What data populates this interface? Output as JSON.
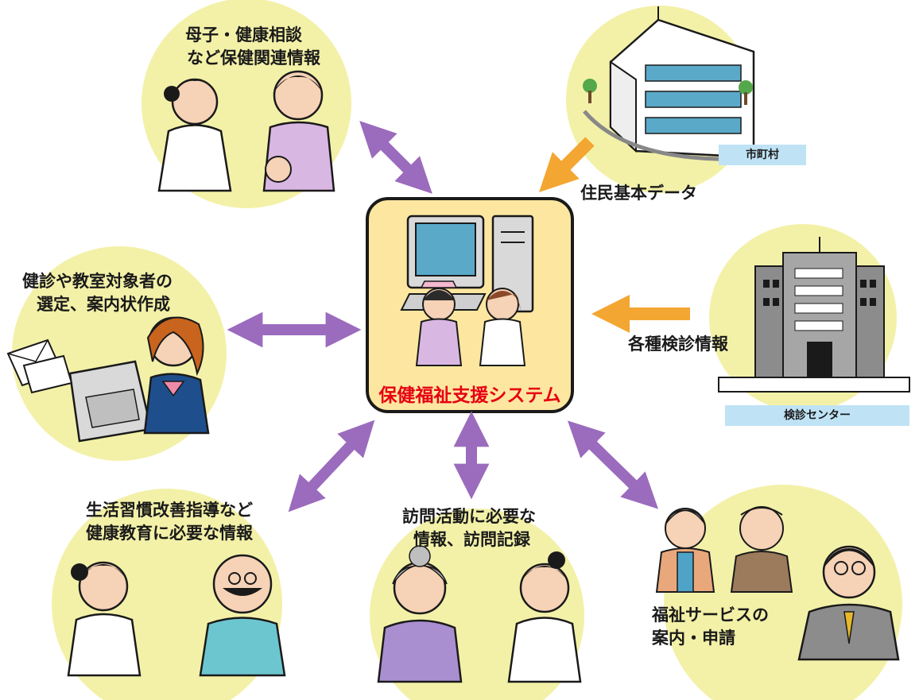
{
  "center": {
    "title": "保健福祉支援システム"
  },
  "nodes": {
    "maternal": {
      "line1": "母子・健康相談",
      "line2": "など保健関連情報"
    },
    "municipality": {
      "tag": "市町村",
      "data_label": "住民基本データ"
    },
    "checkup_target": {
      "line1": "健診や教室対象者の",
      "line2": "選定、案内状作成"
    },
    "checkup_center": {
      "tag": "検診センター",
      "data_label": "各種検診情報"
    },
    "lifestyle": {
      "line1": "生活習慣改善指導など",
      "line2": "健康教育に必要な情報"
    },
    "visit": {
      "line1": "訪問活動に必要な",
      "line2": "情報、訪問記録"
    },
    "welfare": {
      "line1": "福祉サービスの",
      "line2": "案内・申請"
    }
  },
  "colors": {
    "circle": "#f3f1a8",
    "center_fill": "#fde7a0",
    "center_border": "#1a1a1a",
    "bidirectional_arrow": "#9b6bbd",
    "inbound_arrow": "#f4a632",
    "title_red": "#e60012",
    "tag_blue": "#bfe3f5"
  },
  "icons": [
    "nurse-and-mother-illustration",
    "city-office-building-illustration",
    "office-worker-at-computer-illustration",
    "checkup-center-building-illustration",
    "nurse-and-man-illustration",
    "elderly-woman-and-nurse-illustration",
    "elderly-couple-and-staff-illustration",
    "computer-and-nurses-illustration",
    "envelope-icon"
  ]
}
